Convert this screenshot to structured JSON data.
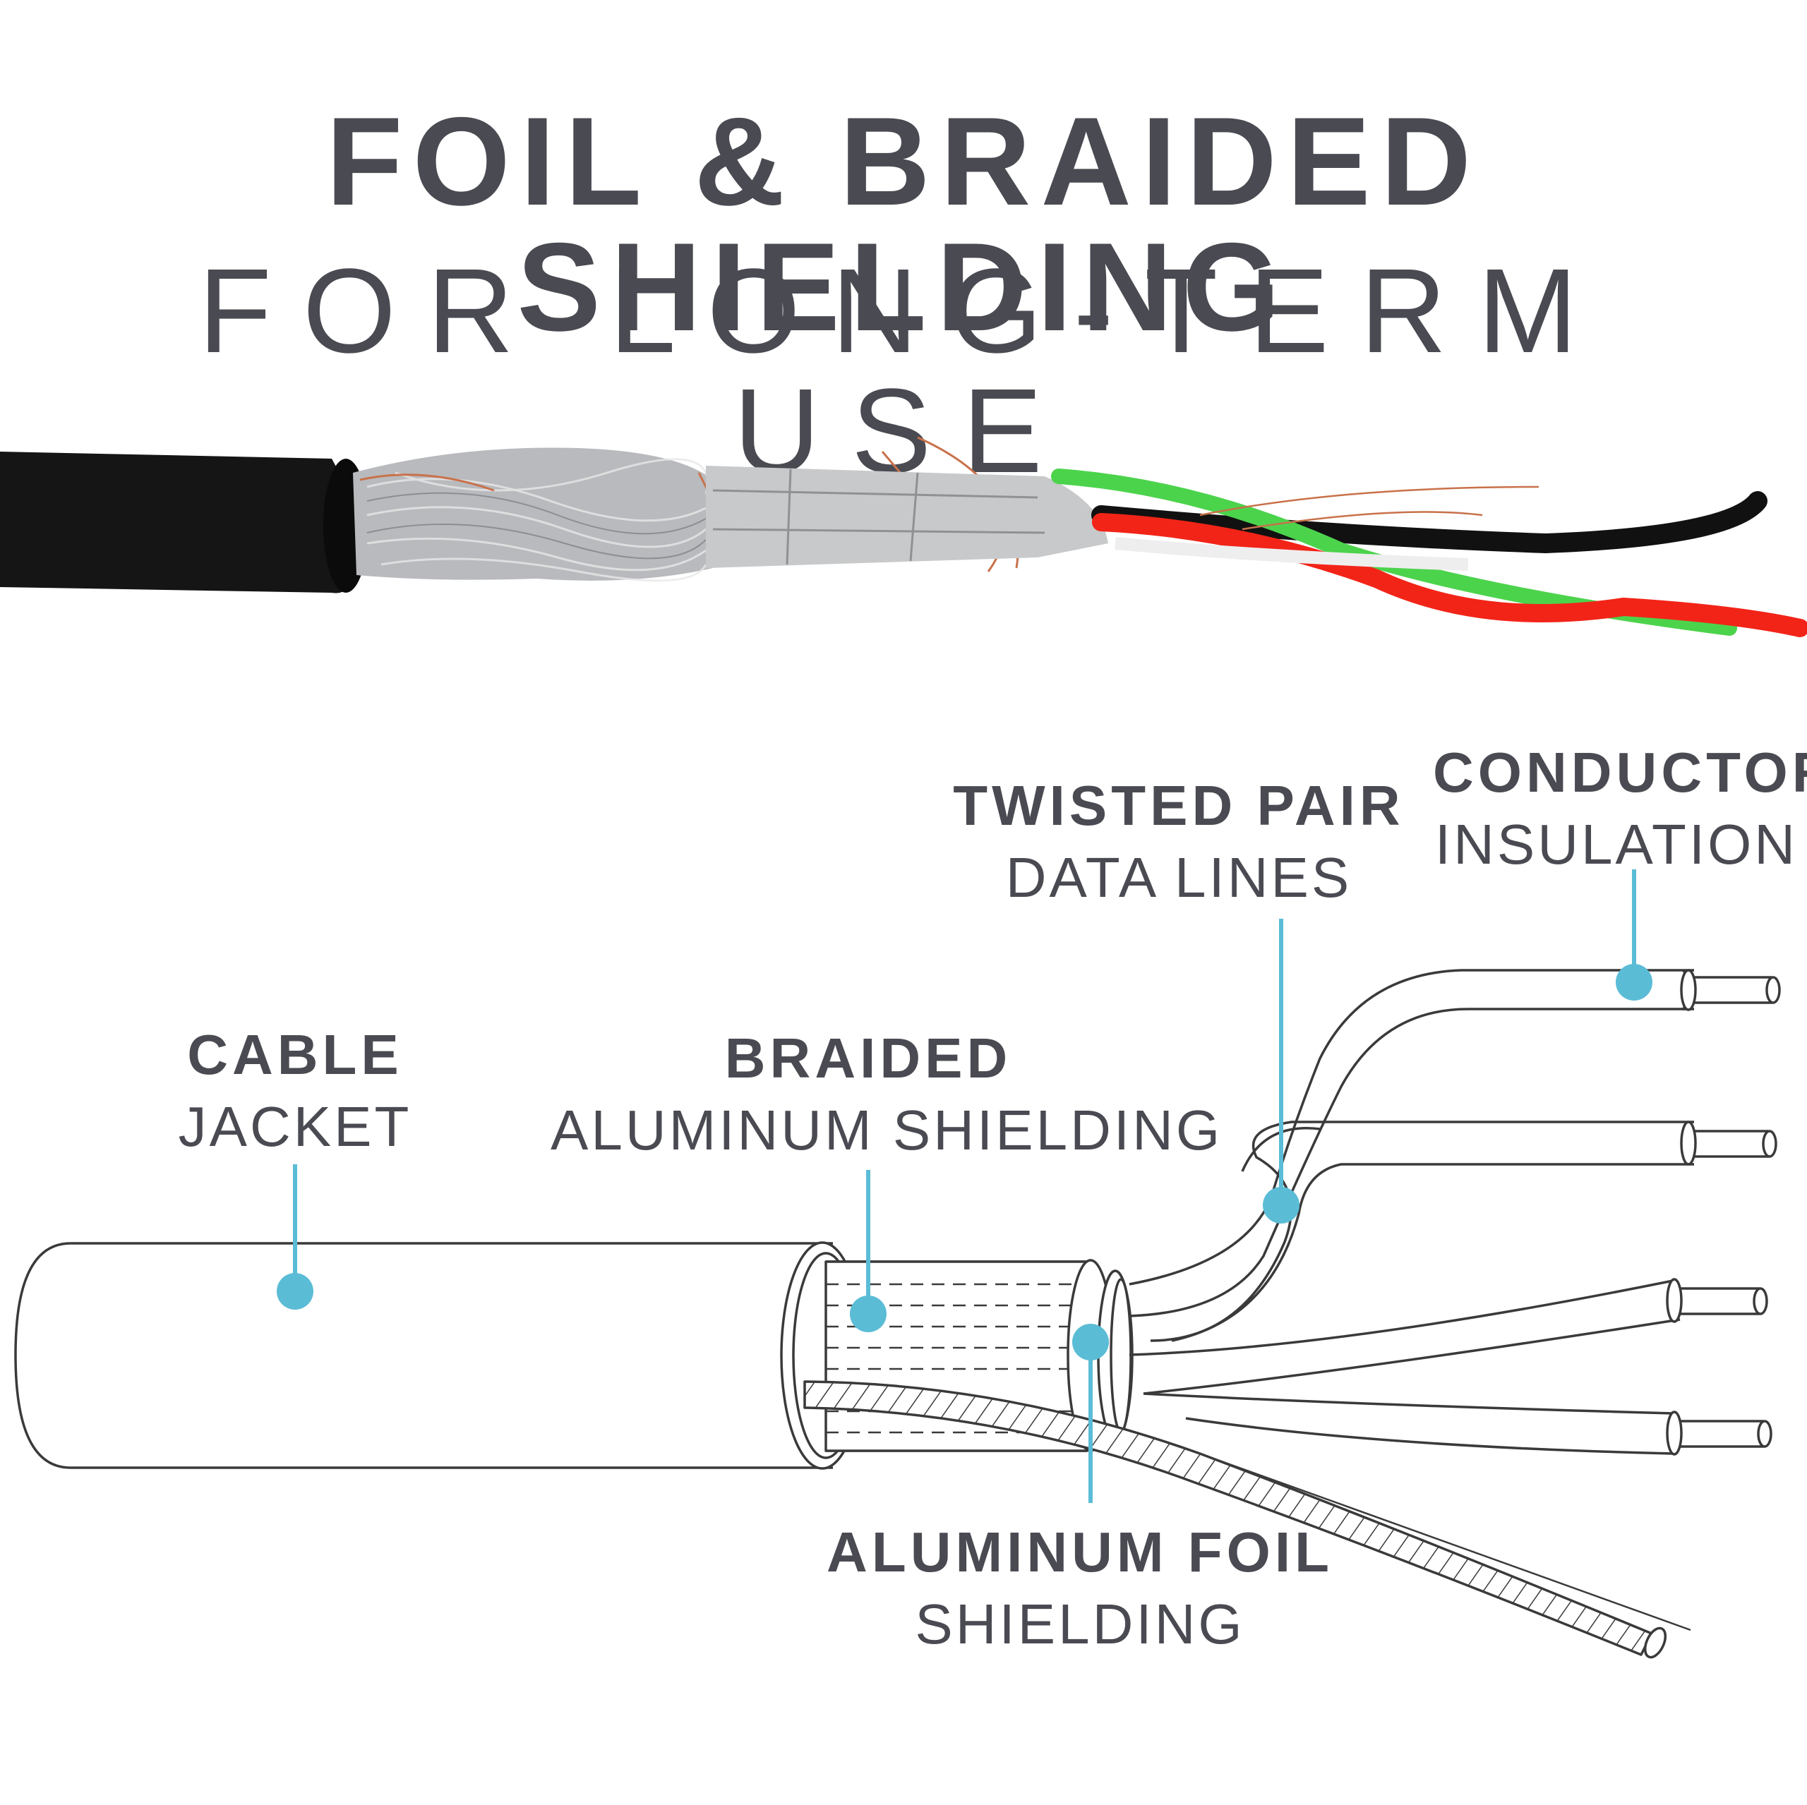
{
  "header": {
    "title": "FOIL & BRAIDED SHIELDING",
    "subtitle": "FOR LONG-TERM USE"
  },
  "colors": {
    "text": "#4a4a52",
    "accent": "#5bbcd6",
    "line": "#3a3a3a",
    "jacket": "#151515",
    "foil": "#b9bcbf",
    "copper": "#c8714a",
    "wire_green": "#4cd34c",
    "wire_red": "#f22418",
    "wire_black": "#111111"
  },
  "labels": {
    "cable_jacket": {
      "bold": "CABLE",
      "light": "JACKET"
    },
    "braided": {
      "bold": "BRAIDED",
      "light": "ALUMINUM SHIELDING"
    },
    "twisted_pair": {
      "bold": "TWISTED PAIR",
      "light": "DATA LINES"
    },
    "conductor": {
      "bold": "CONDUCTOR",
      "light": "INSULATION"
    },
    "aluminum_foil": {
      "bold": "ALUMINUM FOIL",
      "light": "SHIELDING"
    }
  }
}
